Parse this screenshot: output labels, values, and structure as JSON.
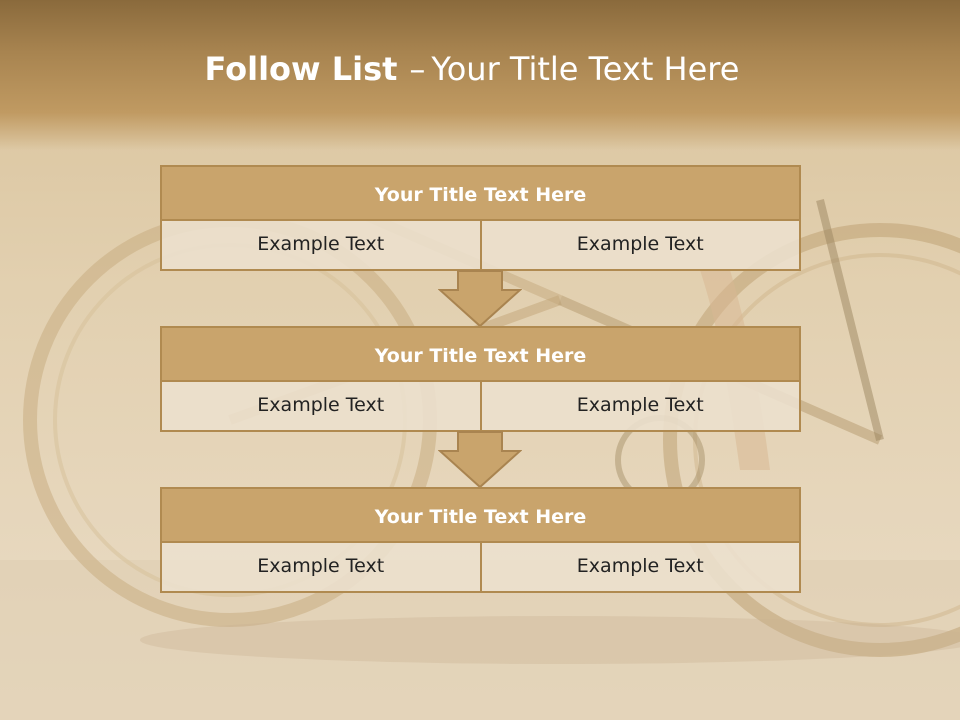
{
  "slide": {
    "title_bold": "Follow List",
    "title_separator": "–",
    "title_rest": "Your Title Text Here"
  },
  "blocks": [
    {
      "title": "Your Title Text Here",
      "left": "Example Text",
      "right": "Example Text"
    },
    {
      "title": "Your Title Text Here",
      "left": "Example Text",
      "right": "Example Text"
    },
    {
      "title": "Your Title Text Here",
      "left": "Example Text",
      "right": "Example Text"
    }
  ],
  "colors": {
    "header": "#a88450",
    "block_title_fill": "#c9a46c",
    "border": "#b08a50",
    "cell_fill": "#ece0ce",
    "arrow_fill": "#c9a46c"
  }
}
